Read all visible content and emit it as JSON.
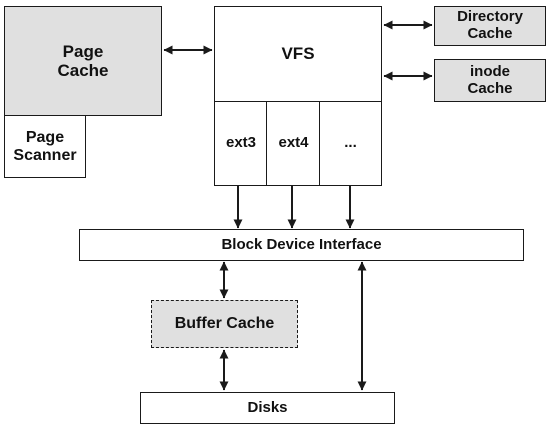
{
  "diagram": {
    "page_cache": [
      "Page",
      "Cache"
    ],
    "page_scanner": [
      "Page",
      "Scanner"
    ],
    "vfs": "VFS",
    "directory_cache": [
      "Directory",
      "Cache"
    ],
    "inode_cache": [
      "inode",
      "Cache"
    ],
    "filesystems": [
      "ext3",
      "ext4",
      "..."
    ],
    "block_device_interface": "Block Device Interface",
    "buffer_cache": "Buffer Cache",
    "disks": "Disks"
  },
  "colors": {
    "shaded_fill": "#e0e0e0",
    "line": "#1a1a1a"
  }
}
